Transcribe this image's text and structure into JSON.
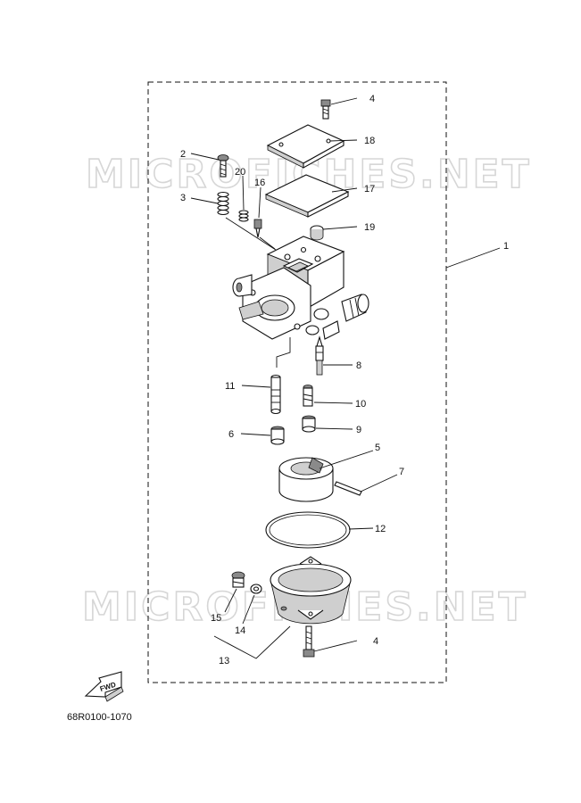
{
  "diagram": {
    "code": "68R0100-1070",
    "fwd_label": "FWD",
    "watermark": "MICROFICHES.NET",
    "callouts": [
      "1",
      "2",
      "3",
      "4",
      "4",
      "5",
      "6",
      "7",
      "8",
      "9",
      "10",
      "11",
      "12",
      "13",
      "14",
      "15",
      "16",
      "17",
      "18",
      "19",
      "20"
    ]
  }
}
